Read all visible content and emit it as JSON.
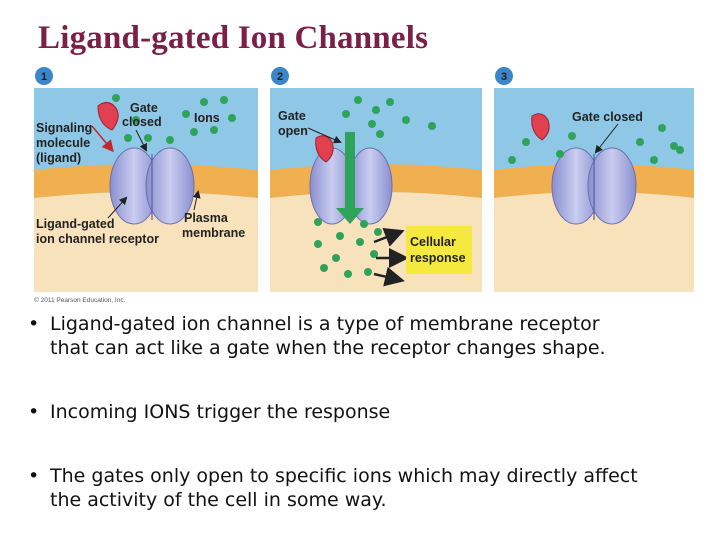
{
  "title": "Ligand-gated Ion Channels",
  "figure": {
    "steps": [
      "1",
      "2",
      "3"
    ],
    "panel1": {
      "gate_closed": [
        "Gate",
        "closed"
      ],
      "ions": "Ions",
      "signaling_molecule": [
        "Signaling",
        "molecule",
        "(ligand)"
      ],
      "receptor": [
        "Ligand-gated",
        "ion channel receptor"
      ],
      "plasma_membrane": [
        "Plasma",
        "membrane"
      ]
    },
    "panel2": {
      "gate_open": [
        "Gate",
        "open"
      ],
      "cellular_response": [
        "Cellular",
        "response"
      ]
    },
    "panel3": {
      "gate_closed": "Gate closed"
    },
    "copyright": "© 2011 Pearson Education, Inc."
  },
  "bullets": [
    [
      "Ligand-gated ion channel is a type of membrane receptor",
      "that can act like a gate when the receptor changes shape."
    ],
    [
      "Incoming IONS trigger the response"
    ],
    [
      "The gates only open to specific ions which may directly affect",
      "the activity of the cell in some way."
    ]
  ],
  "colors": {
    "title": "#7a2048",
    "extracellular": "#8ec8e6",
    "membrane": "#f0b050",
    "cytoplasm": "#f8e2bc",
    "ion": "#2fa35a",
    "ligand": "#e04050",
    "response_box": "#f6e93e"
  }
}
